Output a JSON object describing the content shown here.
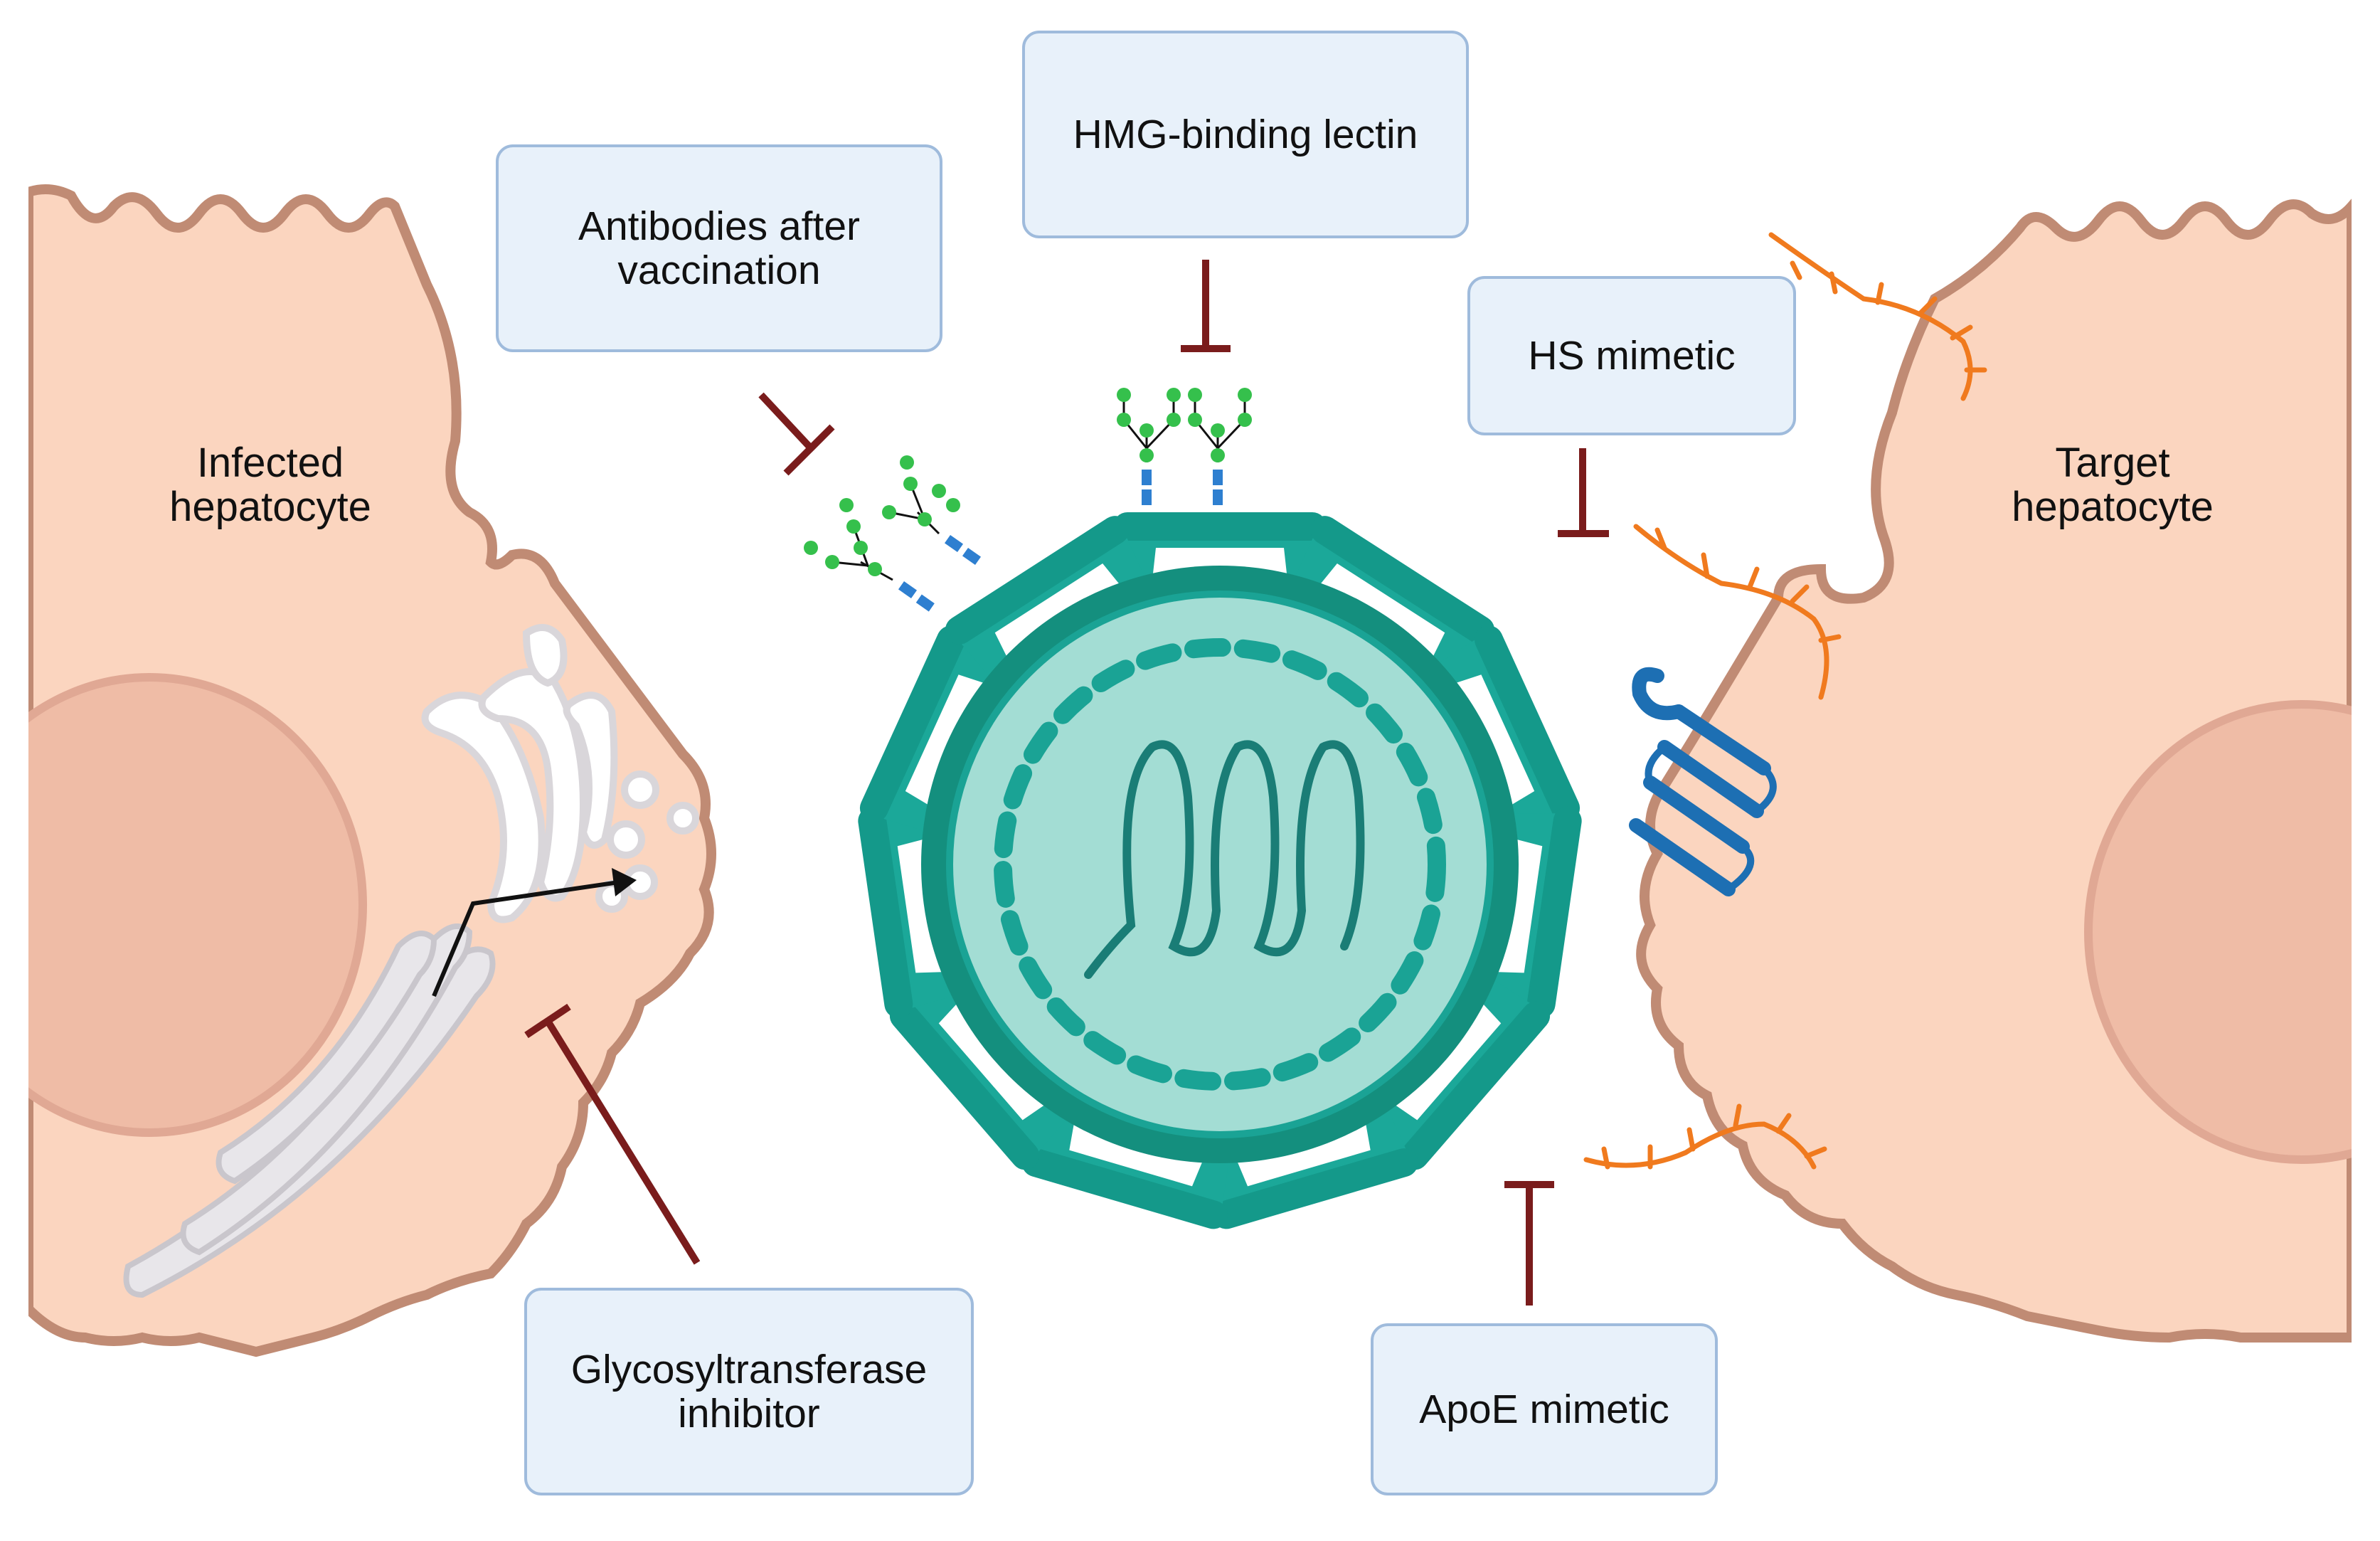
{
  "labels": {
    "infected_line1": "Infected",
    "infected_line2": "hepatocyte",
    "target_line1": "Target",
    "target_line2": "hepatocyte"
  },
  "boxes": {
    "antibodies_line1": "Antibodies after",
    "antibodies_line2": "vaccination",
    "hmg": "HMG-binding lectin",
    "hs": "HS mimetic",
    "glyco_line1": "Glycosyltransferase",
    "glyco_line2": "inhibitor",
    "apoe": "ApoE mimetic"
  },
  "colors": {
    "cell_fill": "#fbd5bf",
    "cell_outline": "#c08b74",
    "nucleus": "#efbca6",
    "inhibitor": "#7a1c1c",
    "virus_spike": "#1ba899",
    "virus_shell": "#148f7e",
    "virus_core": "#a3ddd4",
    "glycan_green": "#35c04c",
    "glycan_blue": "#2e7fd0",
    "hs_chain": "#f07a1e",
    "receptor": "#1d6fb3"
  }
}
